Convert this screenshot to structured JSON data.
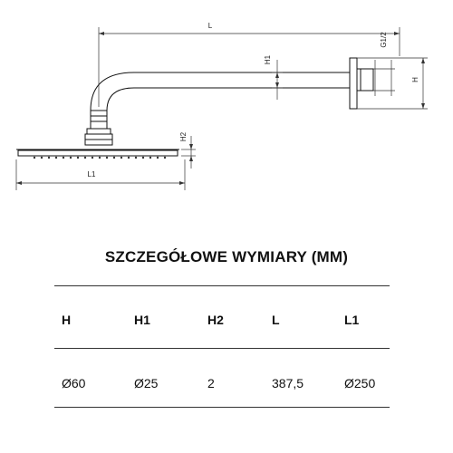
{
  "drawing": {
    "labels": {
      "L": "L",
      "H1": "H1",
      "G": "G1/2",
      "H": "H",
      "H2": "H2",
      "L1": "L1"
    }
  },
  "title": "SZCZEGÓŁOWE WYMIARY (MM)",
  "table": {
    "headers": [
      "H",
      "H1",
      "H2",
      "L",
      "L1"
    ],
    "values": [
      "Ø60",
      "Ø25",
      "2",
      "387,5",
      "Ø250"
    ]
  }
}
